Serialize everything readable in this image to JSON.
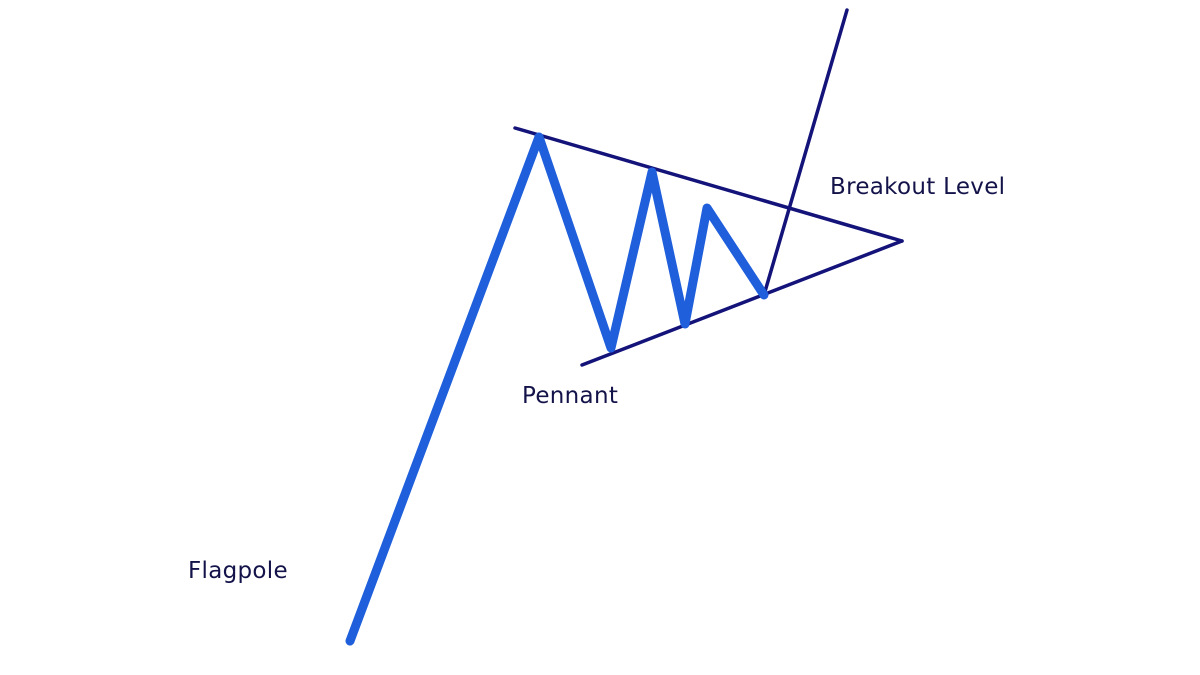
{
  "labels": {
    "breakout": "Breakout Level",
    "pennant": "Pennant",
    "flagpole": "Flagpole"
  },
  "colors": {
    "price": "#1f5fdc",
    "lines": "#13137a",
    "text": "#13134a",
    "background": "#ffffff"
  }
}
